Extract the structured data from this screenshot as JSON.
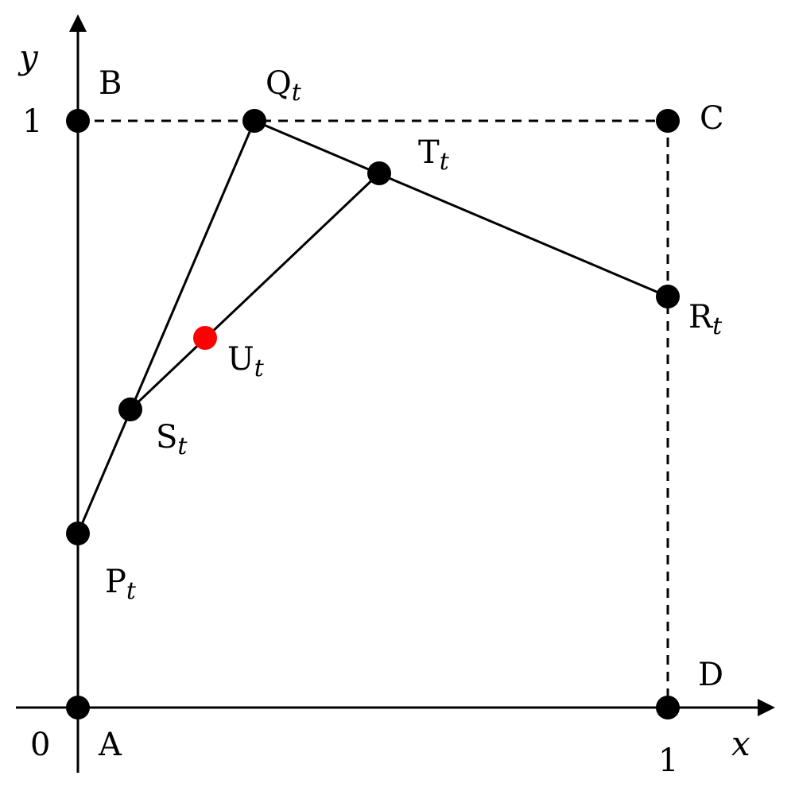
{
  "axes": {
    "x_label": "x",
    "y_label": "y",
    "origin_label": "0",
    "x_tick_label": "1",
    "y_tick_label": "1"
  },
  "points": {
    "A": {
      "name": "A",
      "subscript": ""
    },
    "B": {
      "name": "B",
      "subscript": ""
    },
    "C": {
      "name": "C",
      "subscript": ""
    },
    "D": {
      "name": "D",
      "subscript": ""
    },
    "P": {
      "name": "P",
      "subscript": "t"
    },
    "Q": {
      "name": "Q",
      "subscript": "t"
    },
    "R": {
      "name": "R",
      "subscript": "t"
    },
    "S": {
      "name": "S",
      "subscript": "t"
    },
    "T": {
      "name": "T",
      "subscript": "t"
    },
    "U": {
      "name": "U",
      "subscript": "t"
    }
  },
  "colors": {
    "point": "#000000",
    "highlight_point": "#ff0000",
    "line": "#000000"
  }
}
